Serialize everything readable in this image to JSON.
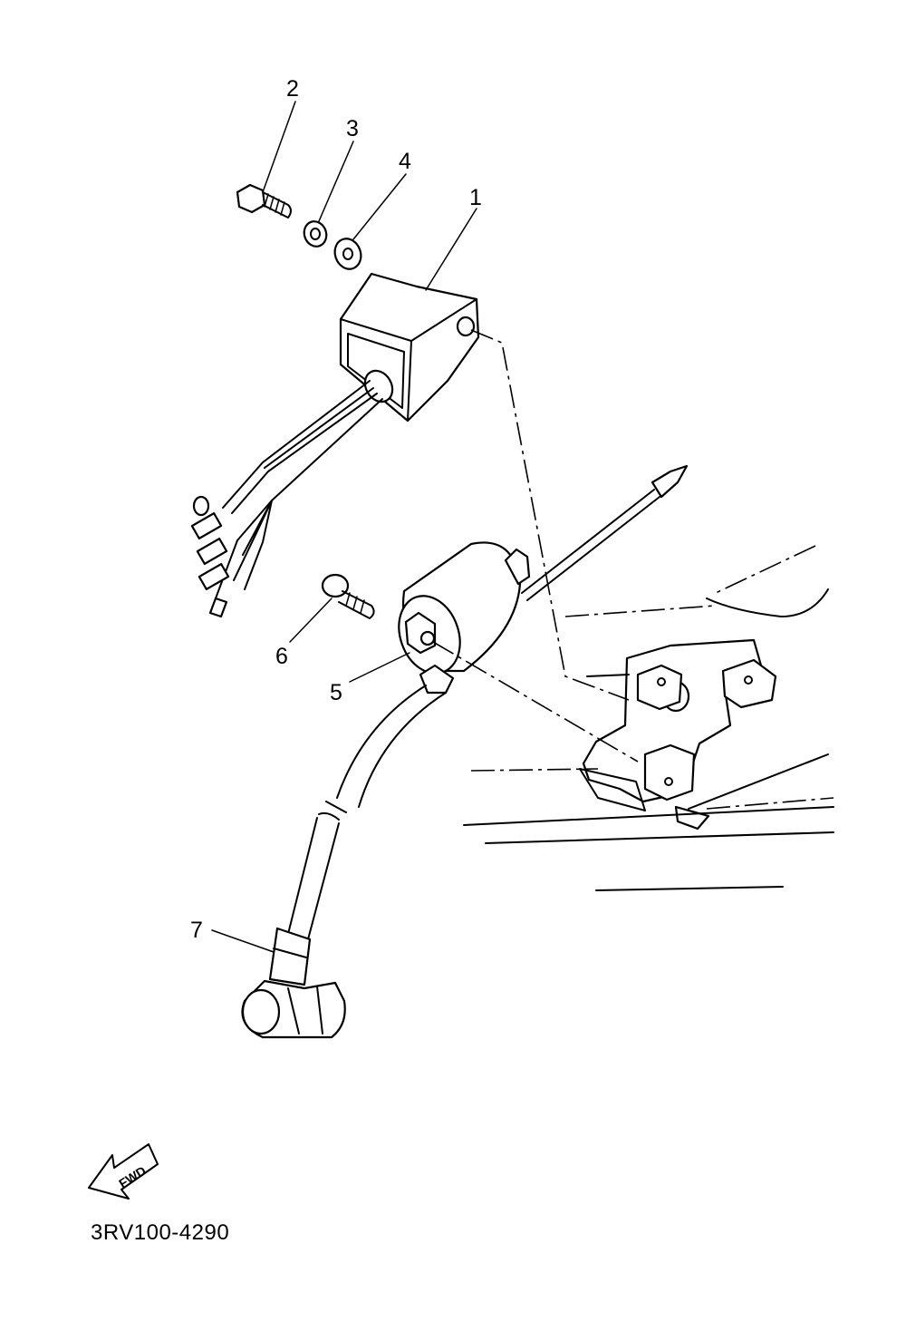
{
  "callouts": [
    {
      "id": "1",
      "label": "1"
    },
    {
      "id": "2",
      "label": "2"
    },
    {
      "id": "3",
      "label": "3"
    },
    {
      "id": "4",
      "label": "4"
    },
    {
      "id": "5",
      "label": "5"
    },
    {
      "id": "6",
      "label": "6"
    },
    {
      "id": "7",
      "label": "7"
    }
  ],
  "fwd_label": "FWD",
  "diagram_code": "3RV100-4290"
}
